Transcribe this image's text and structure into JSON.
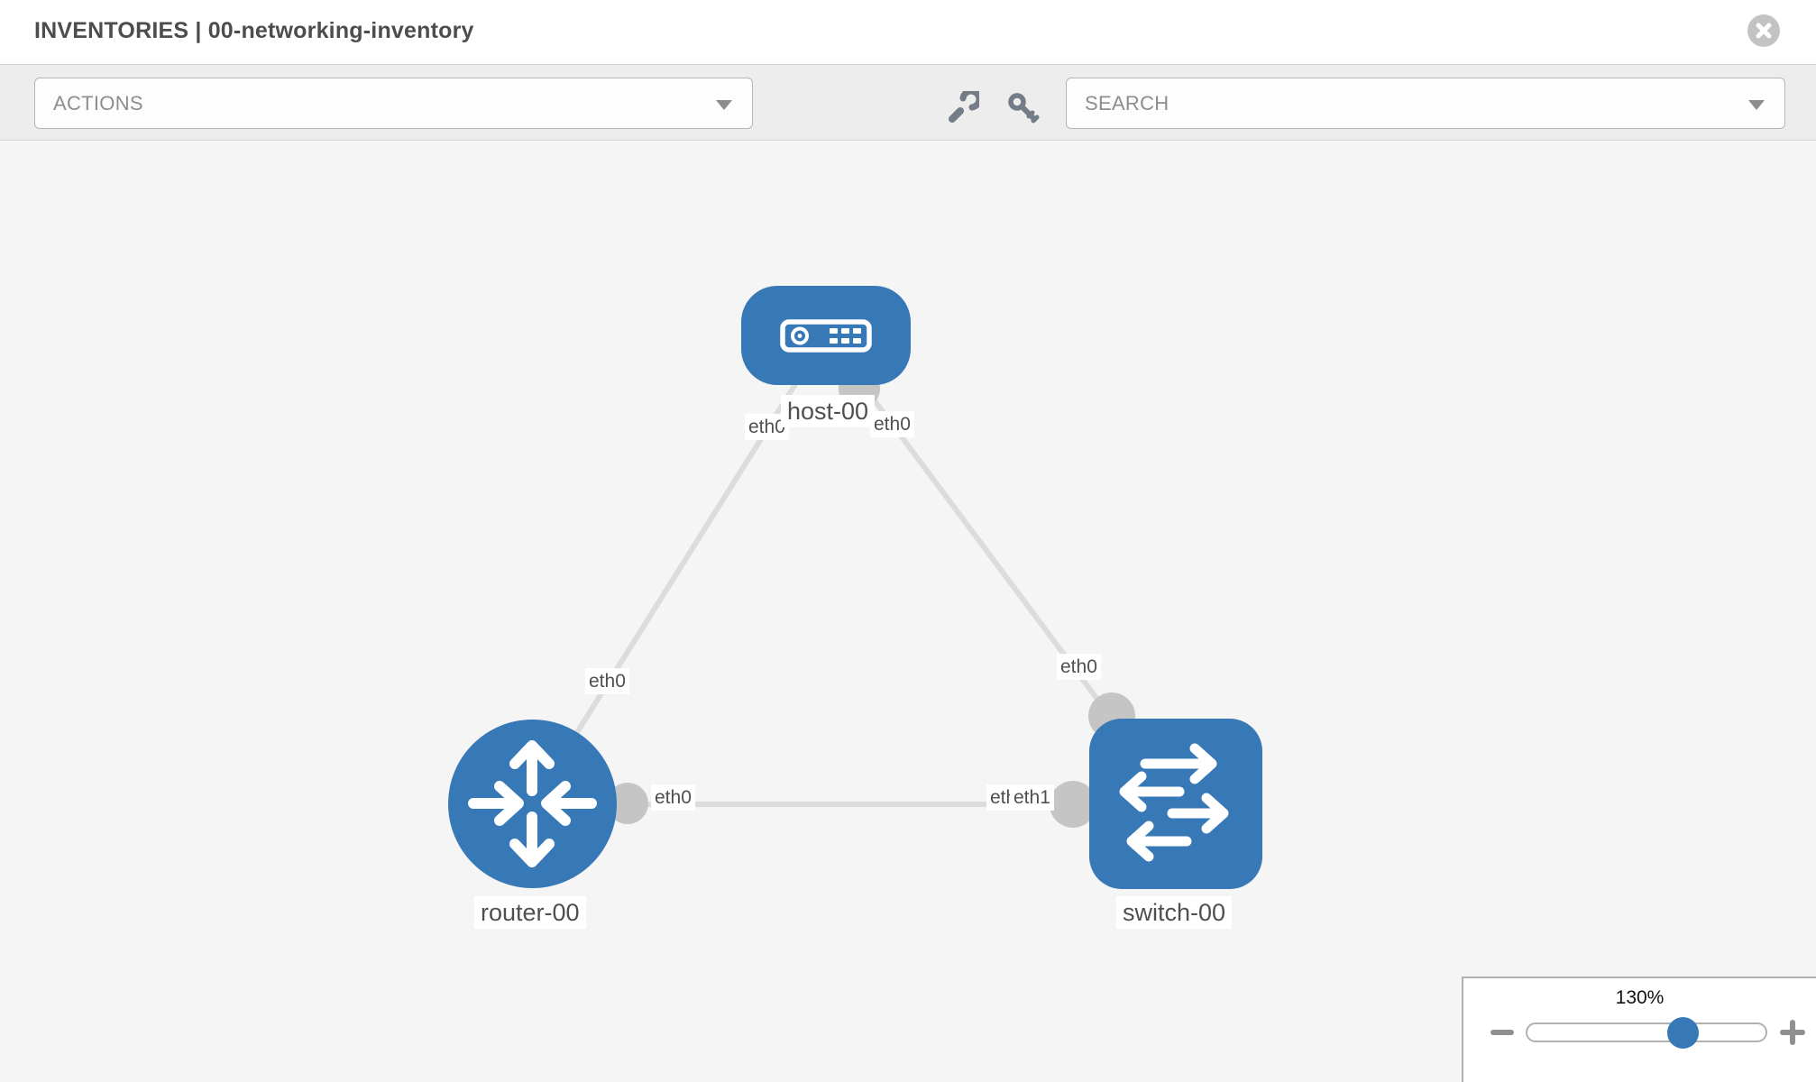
{
  "header": {
    "title": "INVENTORIES | 00-networking-inventory"
  },
  "toolbar": {
    "actions_label": "ACTIONS",
    "search_label": "SEARCH"
  },
  "topology": {
    "nodes": [
      {
        "label": "host-00",
        "type": "host"
      },
      {
        "label": "router-00",
        "type": "router"
      },
      {
        "label": "switch-00",
        "type": "switch"
      }
    ],
    "links": [
      {
        "source": "host-00",
        "source_interface": "eth0",
        "target": "router-00",
        "target_interface": "eth0"
      },
      {
        "source": "host-00",
        "source_interface": "eth0",
        "target": "switch-00",
        "target_interface": "eth0"
      },
      {
        "source": "router-00",
        "source_interface": "eth0",
        "target": "switch-00",
        "target_interface": "eth1"
      }
    ],
    "overlapped_label": "eth0"
  },
  "zoom_control": {
    "level": "130%",
    "percent": 65
  },
  "icons": {
    "close": "close-icon",
    "wrench": "wrench-icon",
    "key": "key-icon",
    "actions_caret": "chevron-down-icon",
    "search_caret": "chevron-down-icon",
    "minus": "minus-icon",
    "plus": "plus-icon"
  },
  "colors": {
    "node_blue": "#3778b7",
    "link_gray": "#dcdcdc",
    "endpoint_gray": "#c5c5c5",
    "canvas_bg": "#f5f5f5",
    "toolbar_bg": "#ededed",
    "label_text": "#4f4f4f"
  }
}
